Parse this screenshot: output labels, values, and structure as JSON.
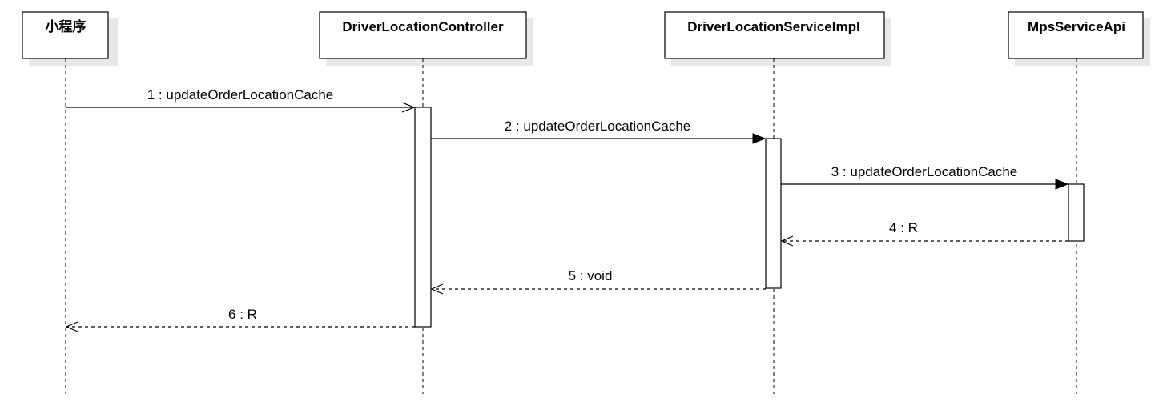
{
  "diagram": {
    "type": "sequence",
    "participants": [
      {
        "id": "p0",
        "name": "小程序"
      },
      {
        "id": "p1",
        "name": "DriverLocationController"
      },
      {
        "id": "p2",
        "name": "DriverLocationServiceImpl"
      },
      {
        "id": "p3",
        "name": "MpsServiceApi"
      }
    ],
    "messages": [
      {
        "id": "m1",
        "label": "1 : updateOrderLocationCache",
        "from": "p0",
        "to": "p1",
        "kind": "async"
      },
      {
        "id": "m2",
        "label": "2 : updateOrderLocationCache",
        "from": "p1",
        "to": "p2",
        "kind": "sync"
      },
      {
        "id": "m3",
        "label": "3 : updateOrderLocationCache",
        "from": "p2",
        "to": "p3",
        "kind": "sync"
      },
      {
        "id": "m4",
        "label": "4 : R",
        "from": "p3",
        "to": "p2",
        "kind": "return"
      },
      {
        "id": "m5",
        "label": "5 : void",
        "from": "p2",
        "to": "p1",
        "kind": "return"
      },
      {
        "id": "m6",
        "label": "6 : R",
        "from": "p1",
        "to": "p0",
        "kind": "return"
      }
    ],
    "colors": {
      "stroke": "#000000",
      "fill": "#ffffff",
      "shadow": "#e8e8e8"
    }
  }
}
